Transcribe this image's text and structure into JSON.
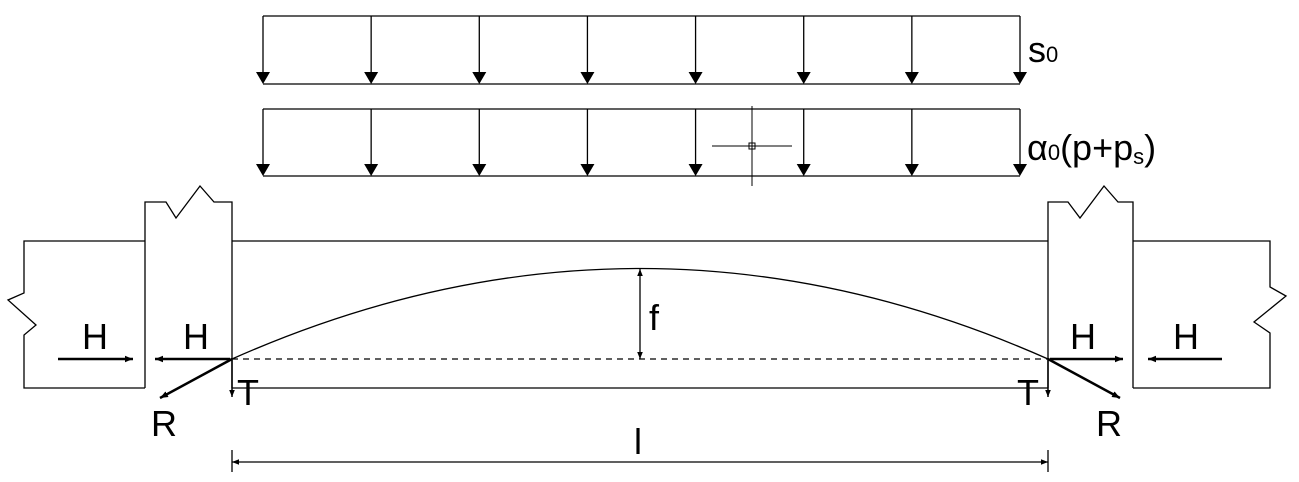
{
  "loads": {
    "upper": {
      "symbol": "s",
      "subscript": "0"
    },
    "lower": {
      "alpha": "α",
      "alpha_sub": "0",
      "open": "(p+p",
      "p_sub": "s",
      "close": ")"
    }
  },
  "labels": {
    "left_outer_force": "H",
    "left_inner_force": "H",
    "right_inner_force": "H",
    "right_outer_force": "H",
    "left_tension": "T",
    "right_tension": "T",
    "left_reaction": "R",
    "right_reaction": "R",
    "rise": "f",
    "span": "l"
  },
  "colors": {
    "line": "#000000",
    "background": "#ffffff"
  }
}
